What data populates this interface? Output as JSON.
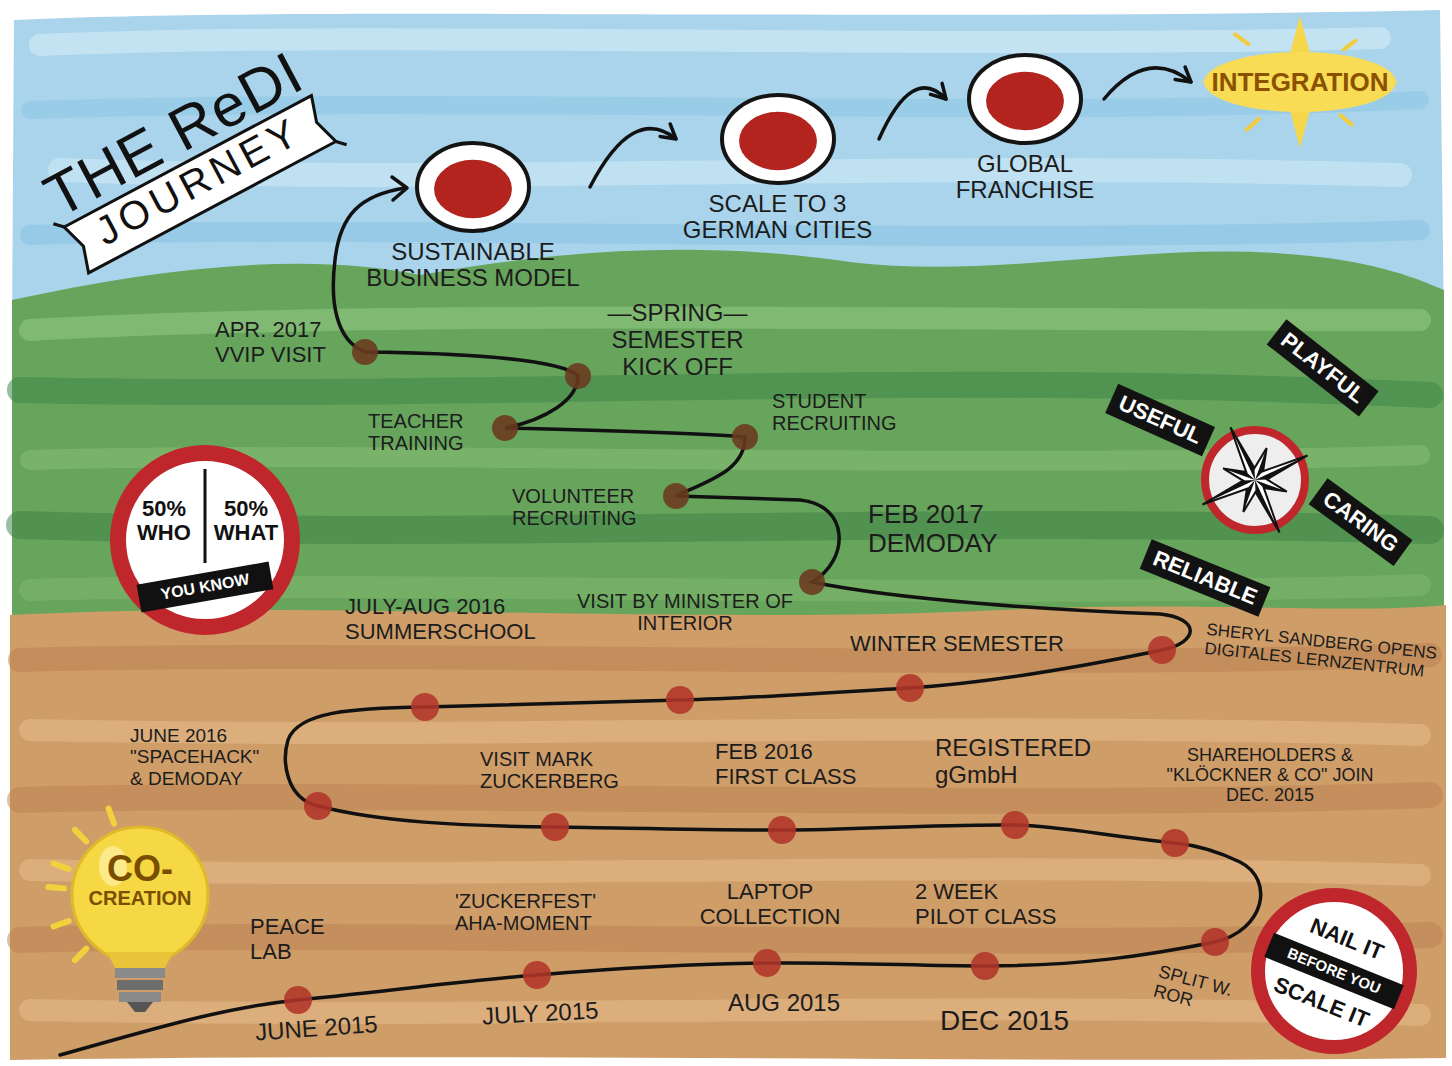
{
  "diagram": {
    "title": "THE ReDI JOURNEY",
    "nodes": [
      {
        "text": [
          "SUSTAINABLE BUSINESS MODEL"
        ]
      },
      {
        "text": [
          "SCALE TO 3 GERMAN CITIES"
        ]
      },
      {
        "text": [
          "GLOBAL FRANCHISE"
        ]
      },
      {
        "text": [
          "INTEGRATION"
        ]
      },
      {
        "text": [
          "PLAYFUL"
        ]
      },
      {
        "text": [
          "USEFUL"
        ]
      },
      {
        "text": [
          "CARING"
        ]
      },
      {
        "text": [
          "RELIABLE"
        ]
      },
      {
        "text": [
          "50% WHO",
          "50% WHAT",
          "YOU KNOW"
        ]
      },
      {
        "text": [
          "CO-CREATION"
        ]
      },
      {
        "text": [
          "NAIL IT",
          "BEFORE YOU",
          "SCALE IT"
        ]
      }
    ],
    "edges": [
      {
        "from": 0,
        "to": 1,
        "arrow": "to"
      },
      {
        "from": 1,
        "to": 2,
        "arrow": "to"
      },
      {
        "from": 2,
        "to": 3,
        "arrow": "to"
      }
    ],
    "labels": [
      "APR. 2017 VVIP VISIT",
      "—SPRING— SEMESTER KICK OFF",
      "TEACHER TRAINING",
      "STUDENT RECRUITING",
      "VOLUNTEER RECRUITING",
      "FEB 2017 DEMODAY",
      "JULY-AUG 2016 SUMMERSCHOOL",
      "VISIT BY MINISTER OF INTERIOR",
      "WINTER SEMESTER",
      "SHERYL SANDBERG OPENS DIGITALES LERNZENTRUM",
      "JUNE 2016 \"SPACEHACK\" & DEMODAY",
      "VISIT MARK ZUCKERBERG",
      "FEB 2016 FIRST CLASS",
      "REGISTERED gGmbH",
      "SHAREHOLDERS & \"KLÖCKNER & CO\" JOIN DEC. 2015",
      "PEACE LAB",
      "'ZUCKERFEST' AHA-MOMENT",
      "LAPTOP COLLECTION",
      "2 WEEK PILOT CLASS",
      "SPLIT W. ROR",
      "JUNE 2015",
      "JULY 2015",
      "AUG 2015",
      "DEC 2015"
    ]
  }
}
